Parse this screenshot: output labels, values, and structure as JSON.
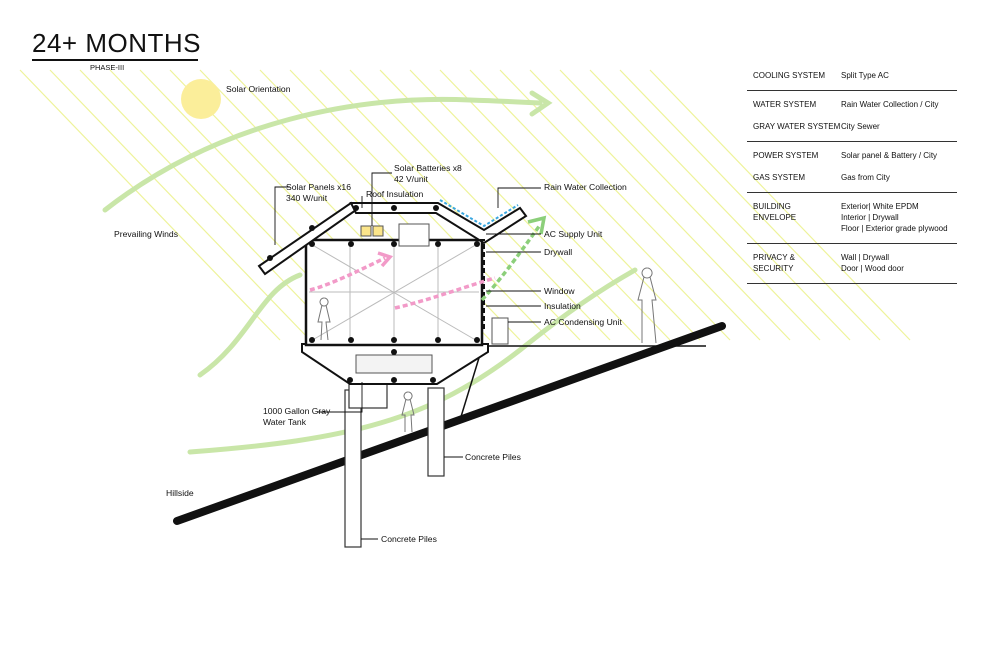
{
  "header": {
    "title": "24+ MONTHS",
    "subtitle": "PHASE-III"
  },
  "labels": {
    "solar_orientation": "Solar Orientation",
    "prevailing_winds": "Prevailing Winds",
    "solar_panels": "Solar Panels x16",
    "solar_panels_rate": "340 W/unit",
    "solar_batteries": "Solar Batteries x8",
    "solar_batteries_rate": "42 V/unit",
    "roof_insulation": "Roof Insulation",
    "rain_water_collection": "Rain Water Collection",
    "ac_supply_unit": "AC Supply Unit",
    "drywall": "Drywall",
    "window": "Window",
    "insulation": "Insulation",
    "ac_condensing_unit": "AC Condensing Unit",
    "gray_water_tank_line1": "1000 Gallon Gray",
    "gray_water_tank_line2": "Water Tank",
    "concrete_piles_right": "Concrete Piles",
    "concrete_piles_bottom": "Concrete Piles",
    "hillside": "Hillside"
  },
  "specs": [
    {
      "rows": [
        {
          "key": "COOLING SYSTEM",
          "value": "Split Type AC"
        }
      ]
    },
    {
      "rows": [
        {
          "key": "WATER SYSTEM",
          "value": "Rain Water Collection / City"
        },
        {
          "key": "GRAY WATER SYSTEM",
          "value": "City Sewer"
        }
      ]
    },
    {
      "rows": [
        {
          "key": "POWER SYSTEM",
          "value": "Solar panel & Battery / City"
        },
        {
          "key": "GAS SYSTEM",
          "value": "Gas from City"
        }
      ]
    },
    {
      "rows": [
        {
          "key": "BUILDING\nENVELOPE",
          "value": "Exterior| White EPDM\nInterior | Drywall\nFloor | Exterior grade plywood"
        }
      ]
    },
    {
      "rows": [
        {
          "key": "PRIVACY &\nSECURITY",
          "value": "Wall | Drywall\nDoor | Wood door"
        }
      ]
    }
  ],
  "colors": {
    "sun": "#fbee9a",
    "sun_rays": "#eef39a",
    "wind": "#c9e6a8",
    "hillside": "#111111",
    "rain_water": "#3aa7e0",
    "pink_airflow": "#f29ac8",
    "green_airflow": "#8ccf7a",
    "pile_fill": "#ffffff"
  }
}
